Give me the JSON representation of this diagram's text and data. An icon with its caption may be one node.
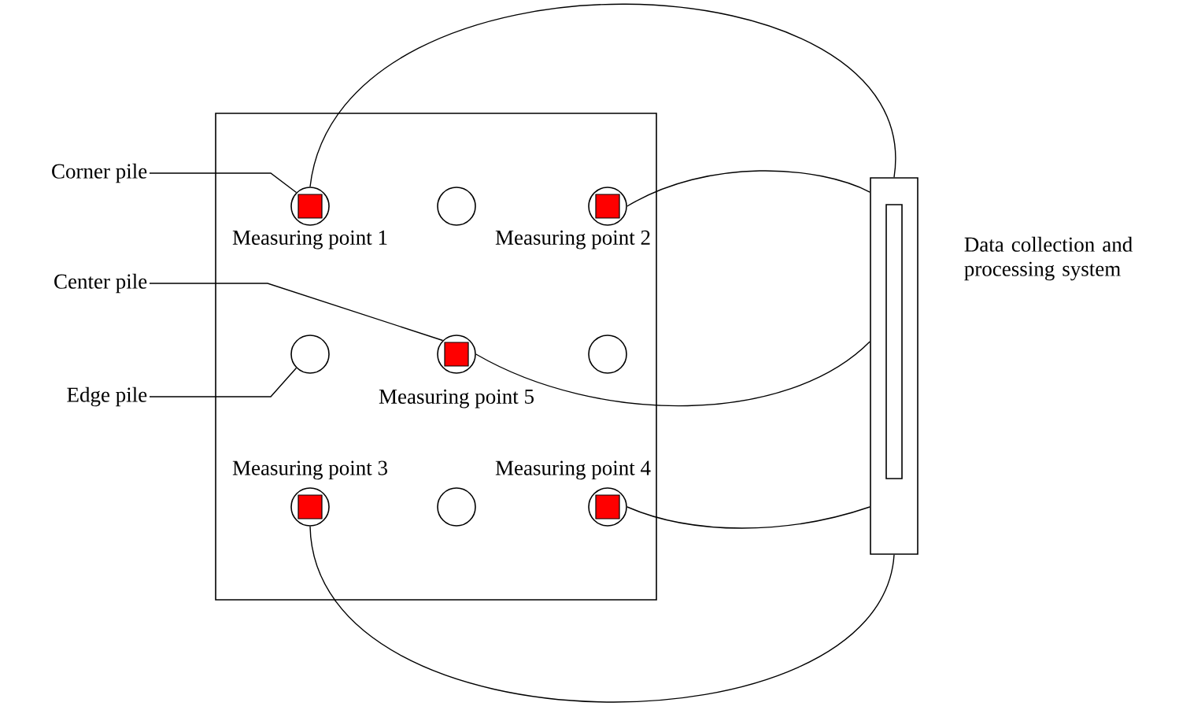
{
  "diagram": {
    "nodes": [
      {
        "text": [],
        "shape": "box"
      },
      {
        "text": [],
        "shape": "circle",
        "in": 0,
        "beside": [
          "Measuring point 1"
        ]
      },
      {
        "text": [],
        "shape": "circle",
        "in": 0
      },
      {
        "text": [],
        "shape": "circle",
        "in": 0,
        "beside": [
          "Measuring point 2"
        ]
      },
      {
        "text": [],
        "shape": "circle",
        "in": 0
      },
      {
        "text": [],
        "shape": "circle",
        "in": 0,
        "beside": [
          "Measuring point 5"
        ]
      },
      {
        "text": [],
        "shape": "circle",
        "in": 0
      },
      {
        "text": [],
        "shape": "circle",
        "in": 0,
        "beside": [
          "Measuring point 3"
        ]
      },
      {
        "text": [],
        "shape": "circle",
        "in": 0
      },
      {
        "text": [],
        "shape": "circle",
        "in": 0,
        "beside": [
          "Measuring point 4"
        ]
      },
      {
        "text": [
          "Data collection and processing system"
        ]
      },
      {
        "text": [
          "Corner pile"
        ]
      },
      {
        "text": [
          "Center pile"
        ]
      },
      {
        "text": [
          "Edge pile"
        ]
      }
    ],
    "edges": [
      {
        "from": 11,
        "to": 1,
        "arrow": "none"
      },
      {
        "from": 12,
        "to": 5,
        "arrow": "none"
      },
      {
        "from": 13,
        "to": 4,
        "arrow": "none"
      },
      {
        "from": 1,
        "to": 10,
        "arrow": "none"
      },
      {
        "from": 3,
        "to": 10,
        "arrow": "none"
      },
      {
        "from": 5,
        "to": 10,
        "arrow": "none"
      },
      {
        "from": 9,
        "to": 10,
        "arrow": "none"
      },
      {
        "from": 7,
        "to": 10,
        "arrow": "none"
      }
    ]
  }
}
